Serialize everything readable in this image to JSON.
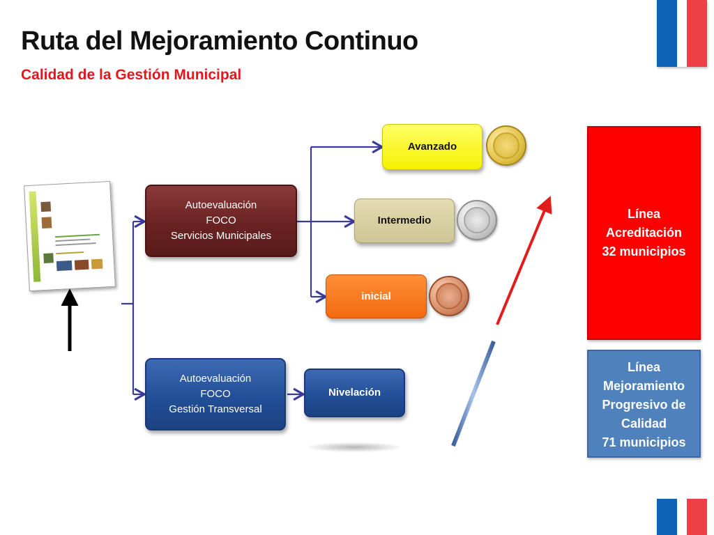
{
  "header": {
    "title": "Ruta del Mejoramiento Continuo",
    "subtitle": "Calidad de la Gestión Municipal"
  },
  "diagram": {
    "foco_servicios": [
      "Autoevaluación",
      "FOCO",
      "Servicios Municipales"
    ],
    "foco_gestion": [
      "Autoevaluación",
      "FOCO",
      "Gestión Transversal"
    ],
    "levels": {
      "avanzado": "Avanzado",
      "intermedio": "Intermedio",
      "inicial": "inicial"
    },
    "nivelacion": "Nivelación",
    "linea_acreditacion": [
      "Línea",
      "Acreditación",
      "32 municipios"
    ],
    "linea_mejoramiento": [
      "Línea",
      "Mejoramiento",
      "Progresivo de",
      "Calidad",
      "71 municipios"
    ],
    "medals": [
      "gold-medal-icon",
      "silver-medal-icon",
      "bronze-medal-icon"
    ]
  },
  "colors": {
    "title_red": "#e3151f",
    "maroon": "#6a2222",
    "navy": "#224f97",
    "yellow": "#f5f000",
    "khaki": "#cfc596",
    "orange": "#f36a0f",
    "panel_red": "#ff0000",
    "panel_blue": "#4f81bd",
    "connector": "#3a3a9a",
    "flag_blue": "#0f62b5",
    "flag_red": "#ee3f46"
  }
}
